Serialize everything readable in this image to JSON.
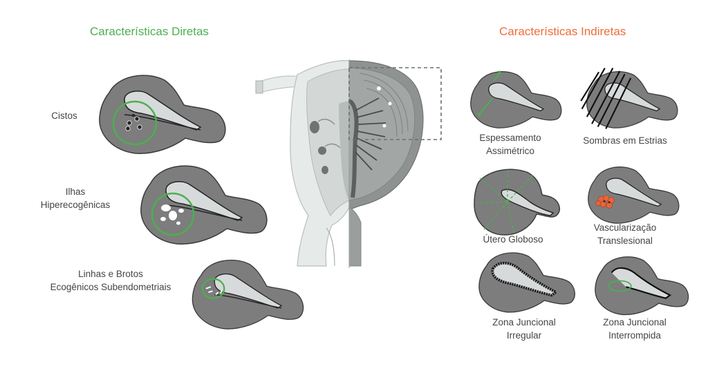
{
  "headings": {
    "direct": "Características Diretas",
    "indirect": "Características Indiretas"
  },
  "colors": {
    "direct": "#4caf50",
    "indirect": "#ef6c3a",
    "uterus": "#7d7d7d",
    "cavity": "#d7dadb"
  },
  "direct_features": [
    {
      "lines": [
        "Cistos"
      ]
    },
    {
      "lines": [
        "Ilhas",
        "Hiperecogênicas"
      ]
    },
    {
      "lines": [
        "Linhas e Brotos",
        "Ecogênicos Subendometriais"
      ]
    }
  ],
  "indirect_features": [
    {
      "lines": [
        "Espessamento",
        "Assimétrico"
      ]
    },
    {
      "lines": [
        "Sombras em Estrias"
      ]
    },
    {
      "lines": [
        "Útero Globoso"
      ]
    },
    {
      "lines": [
        "Vascularização",
        "Translesional"
      ]
    },
    {
      "lines": [
        "Zona Juncional",
        "Irregular"
      ]
    },
    {
      "lines": [
        "Zona Juncional",
        "Interrompida"
      ]
    }
  ],
  "icons": {
    "direct": [
      "uterus-cysts-icon",
      "uterus-hyperechoic-islands-icon",
      "uterus-subendometrial-lines-icon"
    ],
    "indirect": [
      "uterus-asymmetric-thickening-icon",
      "uterus-fan-shadowing-icon",
      "uterus-globular-icon",
      "uterus-translesional-vascularity-icon",
      "uterus-irregular-jz-icon",
      "uterus-interrupted-jz-icon"
    ],
    "center": "uterus-cross-section-illustration"
  }
}
